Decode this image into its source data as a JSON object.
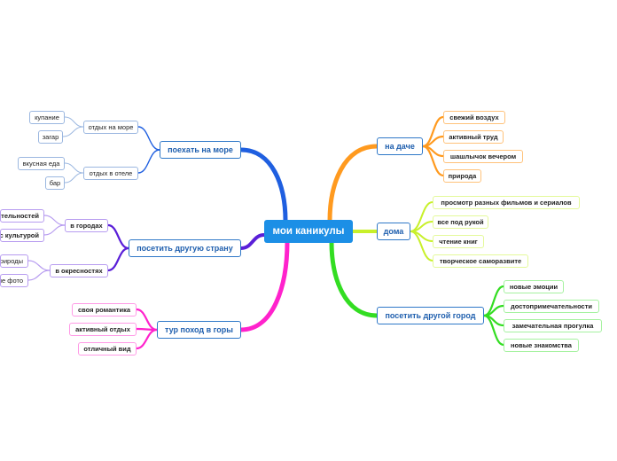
{
  "root": "мои каникулы",
  "colors": {
    "root_fill": "#1c8fe6",
    "na_dache": "#ff9a1f",
    "doma": "#c8f02a",
    "gorod": "#33dd22",
    "gory": "#ff22cc",
    "strana": "#5a1fd8",
    "more": "#1f5fe0"
  },
  "right": {
    "na_dache": {
      "label": "на даче",
      "items": [
        "свежий воздух",
        "активный труд",
        "шашлычок вечером",
        "природа"
      ]
    },
    "doma": {
      "label": "дома",
      "items": [
        "просмотр разных фильмов и сериалов",
        "все под рукой",
        "чтение книг",
        "творческое саморазвите"
      ]
    },
    "gorod": {
      "label": "посетить другой город",
      "items": [
        "новые эмоции",
        "достопримечательности",
        "замечательная прогулка",
        "новые знакомства"
      ]
    }
  },
  "left": {
    "more": {
      "label": "поехать на море",
      "sub": [
        {
          "label": "отдых на море",
          "items": [
            "купание",
            "загар"
          ]
        },
        {
          "label": "отдых в отеле",
          "items": [
            "вкусная еда",
            "бар"
          ]
        }
      ]
    },
    "strana": {
      "label": "посетить другую страну",
      "sub": [
        {
          "label": "в городах",
          "items": [
            "тельностей",
            "с культурой"
          ]
        },
        {
          "label": "в окресностях",
          "items": [
            "природы",
            "ые фото"
          ]
        }
      ]
    },
    "gory": {
      "label": "тур поход в горы",
      "items": [
        "своя романтика",
        "активный отдых",
        "отличный вид"
      ]
    }
  }
}
